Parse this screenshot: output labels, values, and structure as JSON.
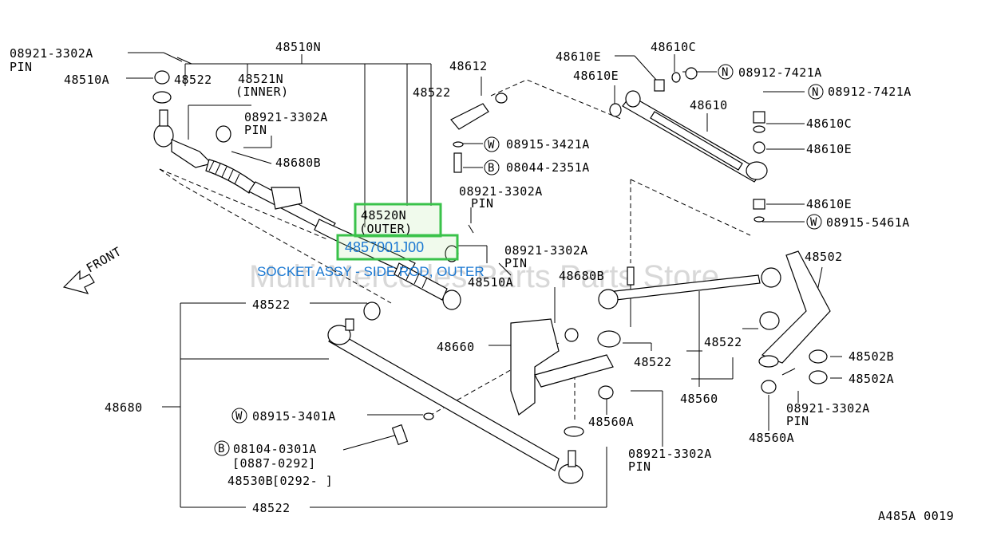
{
  "watermark": "Multi-Mercedes Parts Parts Store",
  "figure_code": "A485A 0019",
  "front_label": "FRONT",
  "highlight": {
    "part_number": "48570-01J00",
    "part_number_display": "4857001J00",
    "description": "SOCKET ASSY - SIDE ROD, OUTER"
  },
  "labels": {
    "n48510N": "48510N",
    "pin1_num": "08921-3302A",
    "pin1_txt": "PIN",
    "n48510A_a": "48510A",
    "n48522_a": "48522",
    "n48521N": "48521N",
    "inner": "(INNER)",
    "n48522_b": "48522",
    "pin2_num": "08921-3302A",
    "pin2_txt": "PIN",
    "n48680B_a": "48680B",
    "n48612": "48612",
    "w1_num": "08915-3421A",
    "b1_num": "08044-2351A",
    "pin3_num": "08921-3302A",
    "pin3_txt": "PIN",
    "n48520N": "48520N",
    "outer": "(OUTER)",
    "pin4_num": "08921-3302A",
    "pin4_txt": "PIN",
    "n48510A_b": "48510A",
    "n48680B_b": "48680B",
    "n48610E_a": "48610E",
    "n48610C_a": "48610C",
    "n1_num": "08912-7421A",
    "n48610E_b": "48610E",
    "n48610": "48610",
    "n2_num": "08912-7421A",
    "n48610C_b": "48610C",
    "n48610E_c": "48610E",
    "n48610E_d": "48610E",
    "w2_num": "08915-5461A",
    "n48502": "48502",
    "n48522_c": "48522",
    "n48660": "48660",
    "n48522_d": "48522",
    "n48522_e": "48522",
    "n48502B": "48502B",
    "n48502A": "48502A",
    "n48560": "48560",
    "pin5_num": "08921-3302A",
    "pin5_txt": "PIN",
    "n48560A_a": "48560A",
    "n48560A_b": "48560A",
    "pin6_num": "08921-3302A",
    "pin6_txt": "PIN",
    "n48680": "48680",
    "w3_num": "08915-3401A",
    "b2_num": "08104-0301A",
    "b2_range": "[0887-0292]",
    "n48530B": "48530B",
    "n48530B_range": "[0292-      ]",
    "n48522_f": "48522",
    "sym_W": "W",
    "sym_B": "B",
    "sym_N": "N"
  }
}
